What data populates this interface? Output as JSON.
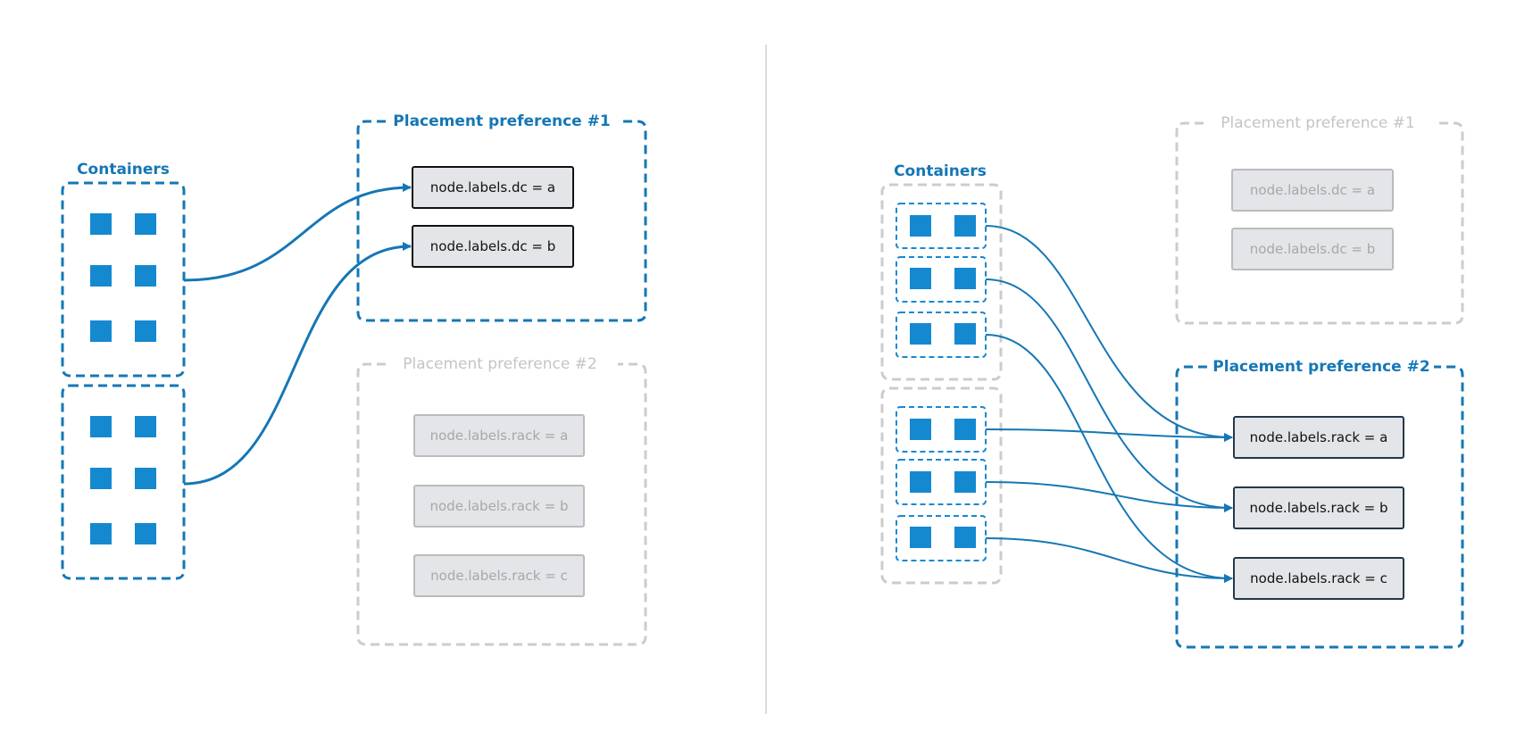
{
  "colors": {
    "accent": "#1577b5",
    "square": "#1589d0",
    "muted_border": "#cccccc",
    "label_fill": "#e3e5e8",
    "label_text_muted": "#a8a8a8",
    "divider": "#dcdcdc"
  },
  "left_panel": {
    "containers_title": "Containers",
    "preference_1": {
      "title": "Placement preference #1",
      "labels": [
        "node.labels.dc = a",
        "node.labels.dc = b"
      ]
    },
    "preference_2": {
      "title": "Placement preference #2",
      "labels": [
        "node.labels.rack = a",
        "node.labels.rack = b",
        "node.labels.rack = c"
      ]
    }
  },
  "right_panel": {
    "containers_title": "Containers",
    "preference_1": {
      "title": "Placement preference #1",
      "labels": [
        "node.labels.dc = a",
        "node.labels.dc = b"
      ]
    },
    "preference_2": {
      "title": "Placement preference #2",
      "labels": [
        "node.labels.rack = a",
        "node.labels.rack = b",
        "node.labels.rack = c"
      ]
    }
  }
}
